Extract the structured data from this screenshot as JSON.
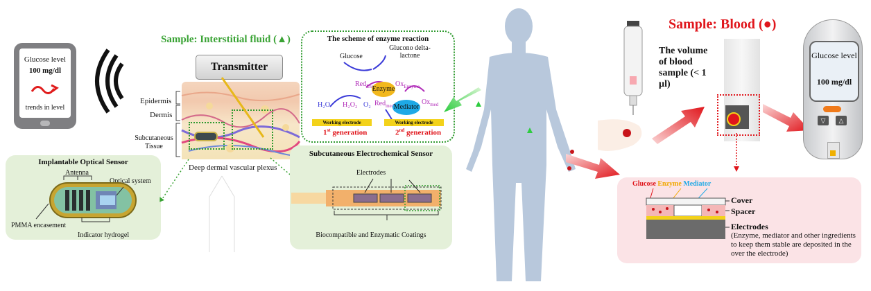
{
  "cgm": {
    "phone": {
      "label": "Glucose level",
      "value": "100 mg/dl",
      "trend": "trends in level"
    },
    "sample_title": "Sample: Interstitial fluid (▲)",
    "transmitter": "Transmitter",
    "skin_layers": [
      "Epidermis",
      "Dermis",
      "Subcutaneous Tissue"
    ],
    "plexus": "Deep dermal vascular plexus",
    "optical": {
      "title": "Implantable Optical Sensor",
      "antenna": "Antenna",
      "optical_system": "Optical system",
      "pmma": "PMMA encasement",
      "hydrogel": "Indicator hydrogel"
    },
    "electrochem": {
      "title": "Subcutaneous Electrochemical Sensor",
      "electrodes": "Electrodes",
      "coatings": "Biocompatible and Enzymatic  Coatings"
    },
    "scheme": {
      "title": "The scheme of enzyme reaction",
      "glucose": "Glucose",
      "glucono": "Glucono delta-lactone",
      "enzyme": "Enzyme",
      "mediator": "Mediator",
      "h2o": "H₂O",
      "h2o2": "H₂O₂",
      "o2": "O₂",
      "red_enzyme": "Red",
      "ox_enzyme": "Ox",
      "red_med": "Red",
      "ox_med": "Ox",
      "sub_enzyme": "Enzyme",
      "sub_med": "med",
      "working_electrode": "Working electrode",
      "gen1": "1",
      "gen1_sup": "st",
      "gen1_rest": " generation",
      "gen2": "2",
      "gen2_sup": "nd",
      "gen2_rest": " generation"
    }
  },
  "bgm": {
    "sample_title": "Sample: Blood (●)",
    "volume_label": "The volume of blood sample (< 1 µl)",
    "meter": {
      "label": "Glucose level",
      "value": "100 mg/dl"
    },
    "strip": {
      "legend_glucose": "Glucose",
      "legend_enzyme": "Enzyme",
      "legend_mediator": "Mediator",
      "cover": "Cover",
      "spacer": "Spacer",
      "electrodes": "Electrodes",
      "note": "(Enzyme, mediator and other ingredients to keep them stable are deposited in the over the electrode)"
    }
  },
  "colors": {
    "green_title": "#3aa335",
    "red_title": "#e0161c",
    "panel_green": "#e4f0d9",
    "panel_pink": "#fbe3e6",
    "body": "#b8c8dc"
  }
}
